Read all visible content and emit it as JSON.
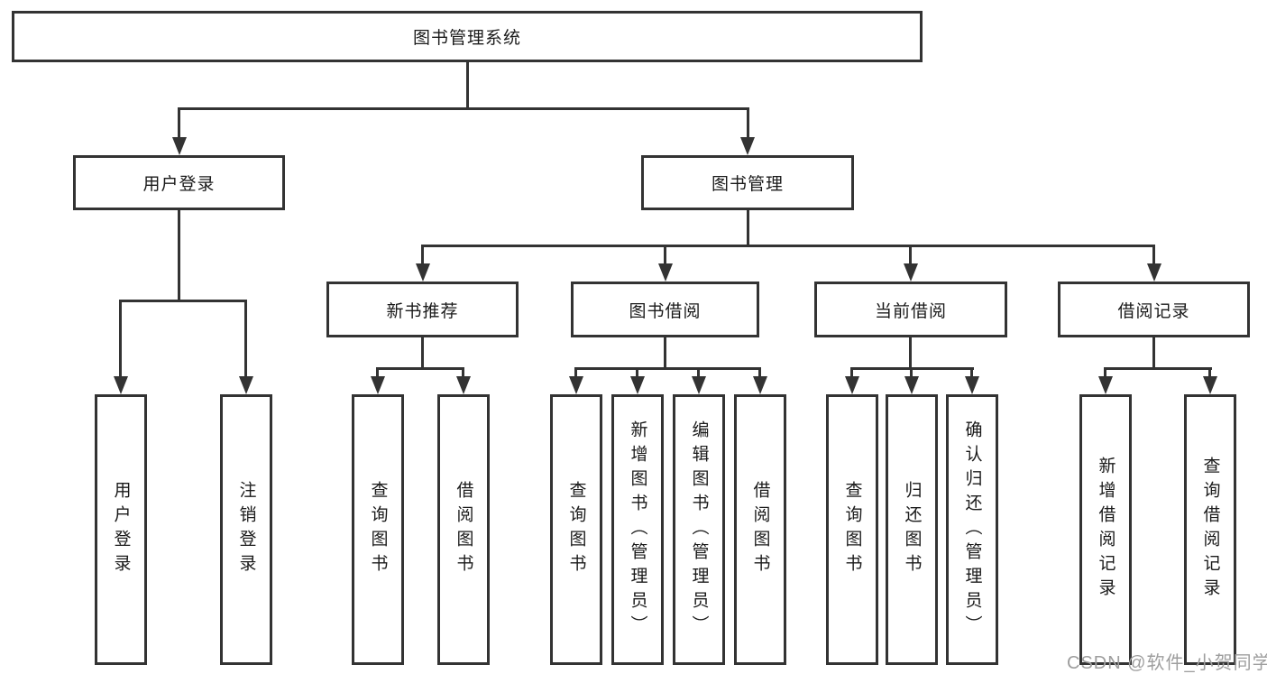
{
  "diagram": {
    "root": {
      "label": "图书管理系统"
    },
    "level2": [
      "用户登录",
      "图书管理"
    ],
    "level3": [
      "新书推荐",
      "图书借阅",
      "当前借阅",
      "借阅记录"
    ],
    "leaves": {
      "login": [
        "用户登录",
        "注销登录"
      ],
      "recommend": [
        "查询图书",
        "借阅图书"
      ],
      "borrow": [
        "查询图书",
        "新增图书（管理员）",
        "编辑图书（管理员）",
        "借阅图书"
      ],
      "current": [
        "查询图书",
        "归还图书",
        "确认归还（管理员）"
      ],
      "records": [
        "新增借阅记录",
        "查询借阅记录"
      ]
    }
  },
  "watermark": {
    "text": "CSDN @软件_小贺同学"
  },
  "colors": {
    "line": "#333333",
    "box-bg": "#ffffff",
    "watermark": "#9e9e9e",
    "page-bg": "#ffffff"
  }
}
